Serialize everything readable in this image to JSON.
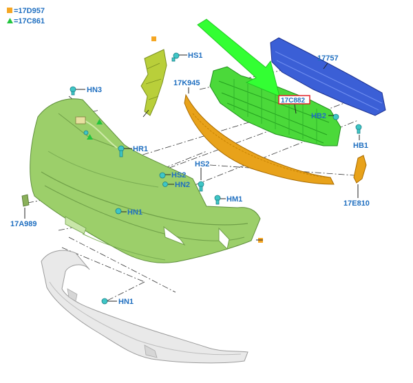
{
  "legend": [
    {
      "symbol": "square",
      "color": "#f5a623",
      "text": "=17D957"
    },
    {
      "symbol": "triangle",
      "color": "#22c53d",
      "text": "=17C861"
    }
  ],
  "part_labels": {
    "hs1": "HS1",
    "hn3": "HN3",
    "k945": "17K945",
    "p17757": "17757",
    "c882": "17C882",
    "hb2": "HB2",
    "hb1": "HB1",
    "hr1": "HR1",
    "hs2a": "HS2",
    "hs2b": "HS2",
    "hn2": "HN2",
    "hm1": "HM1",
    "e810": "17E810",
    "a989": "17A989",
    "hn1a": "HN1",
    "hn1b": "HN1"
  },
  "colors": {
    "bumper_cover": "#9ccf6a",
    "energy_absorber": "#4bd93a",
    "reinforcement": "#3b5fd6",
    "grille_trim": "#e8a21a",
    "bracket": "#b9cf3a",
    "lower_splitter": "#e8e8e8",
    "callout_arrow": "#33ff33",
    "highlight_box": "#e0202a",
    "label_blue": "#1f6fc0",
    "fastener": "#3fc6c6"
  }
}
